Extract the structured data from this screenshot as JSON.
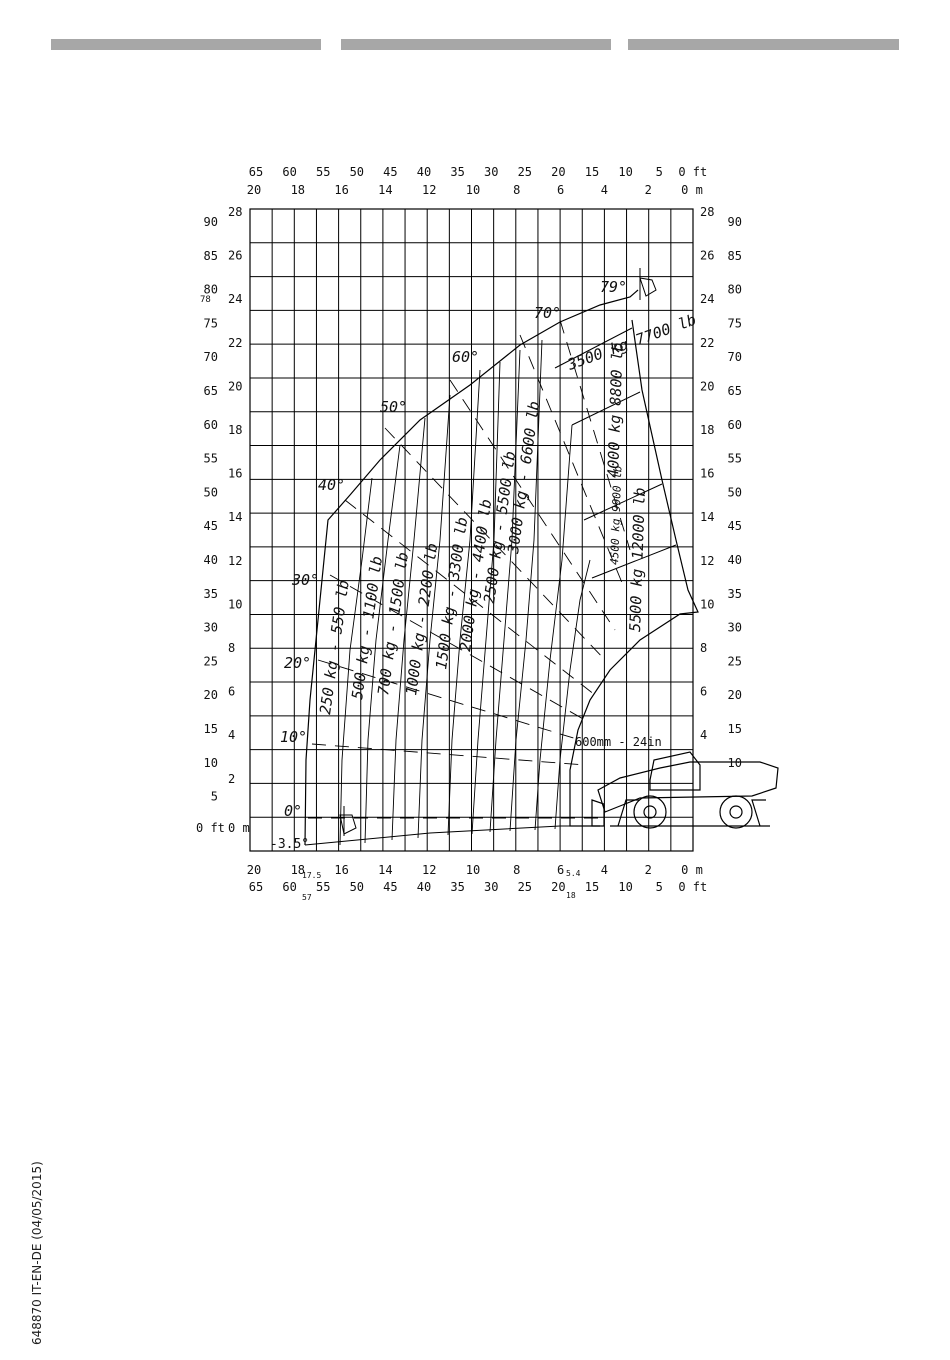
{
  "header": {
    "bars": 3
  },
  "axes": {
    "top_ft": [
      "65",
      "60",
      "55",
      "50",
      "45",
      "40",
      "35",
      "30",
      "25",
      "20",
      "15",
      "10",
      "5",
      "0 ft"
    ],
    "top_m": [
      "20",
      "18",
      "16",
      "14",
      "12",
      "10",
      "8",
      "6",
      "4",
      "2",
      "0 m"
    ],
    "bottom_m": [
      "20",
      "18",
      "16",
      "14",
      "12",
      "10",
      "8",
      "6",
      "4",
      "2",
      "0 m"
    ],
    "bottom_ft": [
      "65",
      "60",
      "55",
      "50",
      "45",
      "40",
      "35",
      "30",
      "25",
      "20",
      "15",
      "10",
      "5",
      "0 ft"
    ],
    "bottom_small": [
      "17.5",
      "57",
      "5.4",
      "18"
    ],
    "left_ft": [
      "90",
      "85",
      "80",
      "75",
      "70",
      "65",
      "60",
      "55",
      "50",
      "45",
      "40",
      "35",
      "30",
      "25",
      "20",
      "15",
      "10",
      "5"
    ],
    "left_m": [
      "28",
      "26",
      "24",
      "22",
      "20",
      "18",
      "16",
      "14",
      "12",
      "10",
      "8",
      "6",
      "4",
      "2"
    ],
    "left_special": [
      "78",
      "0 ft",
      "0 m",
      "-3.5°"
    ],
    "right_ft": [
      "90",
      "85",
      "80",
      "75",
      "70",
      "65",
      "60",
      "55",
      "50",
      "45",
      "40",
      "35",
      "30",
      "25",
      "20",
      "15",
      "10"
    ],
    "right_m": [
      "28",
      "26",
      "24",
      "22",
      "20",
      "18",
      "16",
      "14",
      "12",
      "10",
      "8",
      "6",
      "4"
    ]
  },
  "chart_data": {
    "type": "diagram",
    "angles": [
      "79°",
      "70°",
      "60°",
      "50°",
      "40°",
      "30°",
      "20°",
      "10°",
      "0°"
    ],
    "load_zones": [
      "250 kg - 550 lb",
      "500 kg - 1100 lb",
      "700 kg - 1500 lb",
      "1000 kg - 2200 lb",
      "1500 kg - 3300 lb",
      "2000 kg - 4400 lb",
      "2500 kg - 5500 lb",
      "3000 kg - 6600 lb",
      "3500 kg 7700 lb",
      "4000 kg 8800 lb",
      "4500 kg 9900 lb",
      "5500 kg 12000 lb"
    ],
    "stabilizer_note": "600mm - 24in"
  },
  "footer": {
    "doc_code": "648870 IT-EN-DE (04/05/2015)"
  }
}
